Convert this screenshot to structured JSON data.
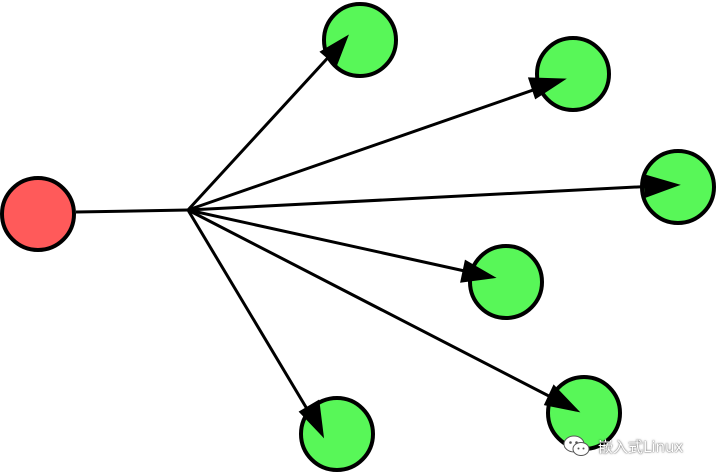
{
  "diagram": {
    "source_node": {
      "id": "source",
      "color": "#ff5a5a"
    },
    "target_nodes": [
      {
        "id": "target-1"
      },
      {
        "id": "target-2"
      },
      {
        "id": "target-3"
      },
      {
        "id": "target-4"
      },
      {
        "id": "target-5"
      },
      {
        "id": "target-6"
      }
    ],
    "target_color": "#58f758",
    "edge_color": "#000000"
  },
  "watermark": {
    "text": "嵌入式Linux",
    "icon": "wechat-icon"
  }
}
